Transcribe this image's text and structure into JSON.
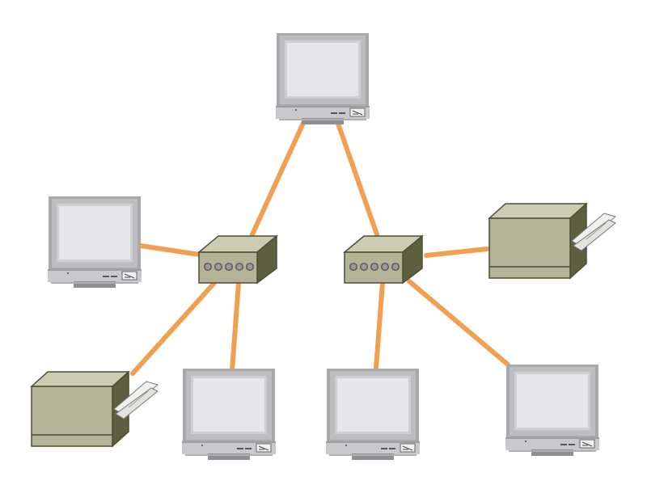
{
  "diagram": {
    "type": "network-topology",
    "nodes": [
      {
        "id": "pc-top",
        "kind": "computer"
      },
      {
        "id": "pc-left",
        "kind": "computer"
      },
      {
        "id": "printer-left",
        "kind": "printer"
      },
      {
        "id": "pc-bottom-left",
        "kind": "computer"
      },
      {
        "id": "hub-left",
        "kind": "hub",
        "ports": 5
      },
      {
        "id": "hub-right",
        "kind": "hub",
        "ports": 5
      },
      {
        "id": "printer-right",
        "kind": "printer"
      },
      {
        "id": "pc-bottom-middle",
        "kind": "computer"
      },
      {
        "id": "pc-bottom-right",
        "kind": "computer"
      }
    ],
    "links": [
      {
        "from": "pc-top",
        "to": "hub-left"
      },
      {
        "from": "pc-top",
        "to": "hub-right"
      },
      {
        "from": "pc-left",
        "to": "hub-left"
      },
      {
        "from": "printer-left",
        "to": "hub-left"
      },
      {
        "from": "pc-bottom-left",
        "to": "hub-left"
      },
      {
        "from": "printer-right",
        "to": "hub-right"
      },
      {
        "from": "pc-bottom-middle",
        "to": "hub-right"
      },
      {
        "from": "pc-bottom-right",
        "to": "hub-right"
      }
    ]
  },
  "colors": {
    "cable": "#F0A050",
    "monitor_frame": "#B8B8BA",
    "monitor_screen": "#E6E6E8",
    "device_body": "#B3B397",
    "device_top": "#CCCCB2",
    "device_side": "#5C6040",
    "device_outline": "#4A4E35",
    "paper": "#F0F0EE"
  }
}
